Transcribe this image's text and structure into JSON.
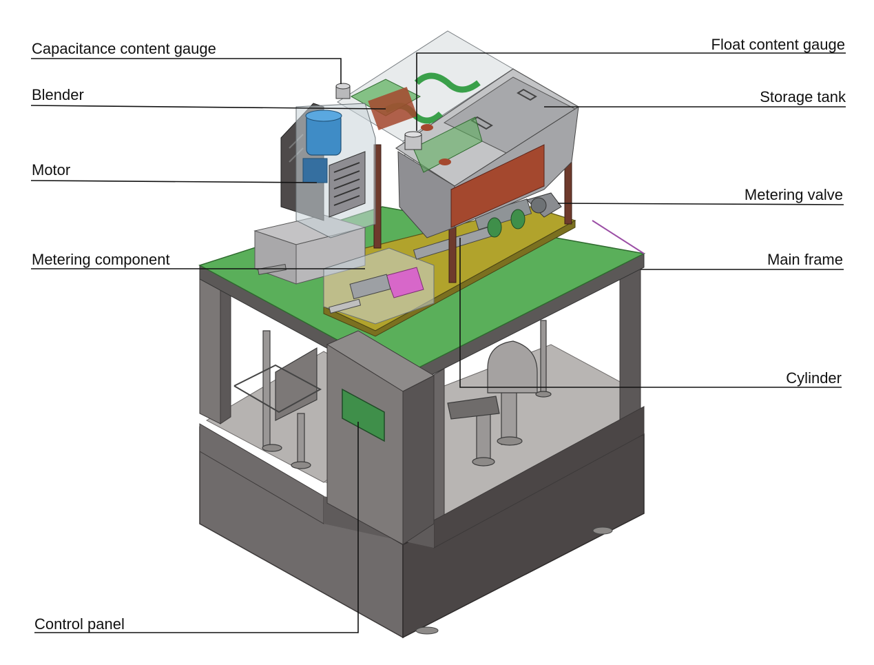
{
  "labels": {
    "capacitance_gauge": "Capacitance content gauge",
    "blender": "Blender",
    "motor": "Motor",
    "metering_component": "Metering component",
    "control_panel": "Control panel",
    "float_gauge": "Float content gauge",
    "storage_tank": "Storage tank",
    "metering_valve": "Metering valve",
    "main_frame": "Main frame",
    "cylinder": "Cylinder"
  },
  "colors": {
    "frame_dark": "#5e5a5a",
    "frame_mid": "#8a8786",
    "frame_light": "#a9a6a4",
    "top_plate": "#5aaf5a",
    "panel_green": "#3f8f4a",
    "base_plate": "#b1a32c",
    "motor_blue": "#3f8cc6",
    "tank_brown": "#a4482e",
    "glass": "#c9d4d8",
    "pink": "#d767c9",
    "leader": "#111111"
  }
}
